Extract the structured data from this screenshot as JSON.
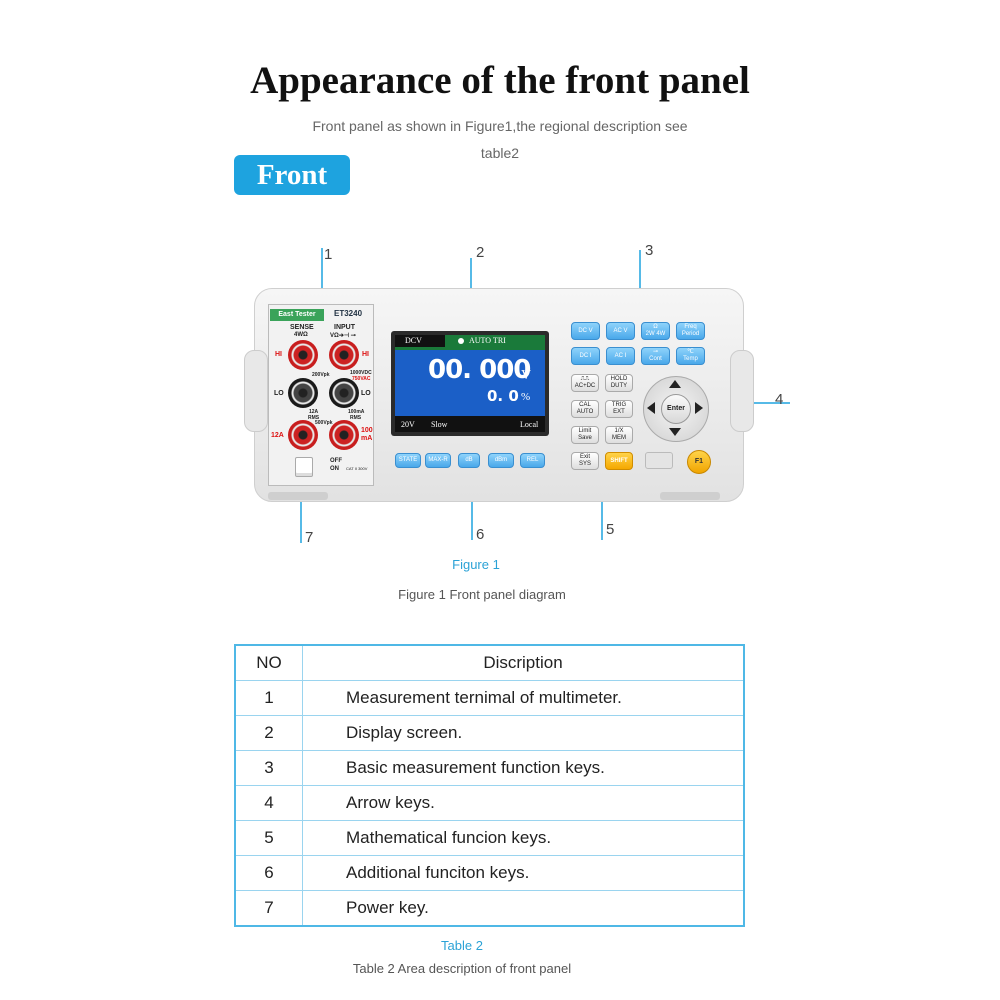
{
  "title": "Appearance of the front panel",
  "intro_line1": "Front panel as shown in Figure1,the regional description see",
  "intro_line2": "table2",
  "front_badge": "Front",
  "figure": {
    "callouts": [
      "1",
      "2",
      "3",
      "4",
      "5",
      "6",
      "7"
    ],
    "caption_blue": "Figure 1",
    "caption_gray": "Figure 1 Front panel diagram"
  },
  "device": {
    "brand": "East Tester",
    "model": "ET3240",
    "sense_label": "SENSE",
    "sense_sub": "4WΩ",
    "input_label": "INPUT",
    "input_sub": "VΩ➔⊣ ⊸",
    "hi": "HI",
    "lo": "LO",
    "amp_12": "12A",
    "ma_100": "100",
    "ma_unit": "mA",
    "rating_200vpk": "200Vpk",
    "rating_1000vdc": "1000VDC",
    "rating_750vac": "750VAC",
    "rating_12a": "12A",
    "rating_rms": "RMS",
    "rating_500vpk": "500Vpk",
    "rating_100ma": "100mA",
    "rating_rms2": "RMS",
    "off": "OFF",
    "on": "ON",
    "cat": "CAT II 300V",
    "screen": {
      "mode": "DCV",
      "trigger": "AUTO TRI",
      "reading": "00. 000",
      "unit": "V",
      "secondary": "0. 0",
      "secondary_unit": "%",
      "range": "20V",
      "speed": "Slow",
      "remote": "Local"
    },
    "soft_keys": [
      "STATE",
      "MAX-R",
      "dB",
      "dBm",
      "REL"
    ],
    "func_keys_row1": [
      [
        "DC V",
        ""
      ],
      [
        "AC V",
        ""
      ],
      [
        "Ω",
        "2W 4W"
      ],
      [
        "Freq",
        "Period"
      ]
    ],
    "func_keys_row2": [
      [
        "DC I",
        ""
      ],
      [
        "AC I",
        ""
      ],
      [
        "⊸",
        "Cont"
      ],
      [
        "℃",
        "Temp"
      ]
    ],
    "math_keys": [
      [
        "⎍⎍",
        "AC+DC"
      ],
      [
        "HOLD",
        "DUTY"
      ],
      [
        "CAL",
        "AUTO"
      ],
      [
        "TRIG",
        "EXT"
      ],
      [
        "Limit",
        "Save"
      ],
      [
        "1/X",
        "MEM"
      ],
      [
        "Exit",
        "SYS"
      ],
      [
        "SHIFT",
        ""
      ]
    ],
    "enter_label": "Enter",
    "f1_label": "F1"
  },
  "table": {
    "headers": [
      "NO",
      "Discription"
    ],
    "rows": [
      [
        "1",
        "Measurement ternimal of multimeter."
      ],
      [
        "2",
        "Display screen."
      ],
      [
        "3",
        "Basic measurement function keys."
      ],
      [
        "4",
        "Arrow keys."
      ],
      [
        "5",
        "Mathematical funcion keys."
      ],
      [
        "6",
        "Additional funciton keys."
      ],
      [
        "7",
        "Power key."
      ]
    ],
    "caption_blue": "Table 2",
    "caption_gray": "Table 2 Area description of front panel"
  },
  "colors": {
    "accent": "#1ea3df",
    "table_border": "#4fb8e6",
    "shift_key": "#f5a800",
    "key_blue": "#4aa8ea"
  }
}
